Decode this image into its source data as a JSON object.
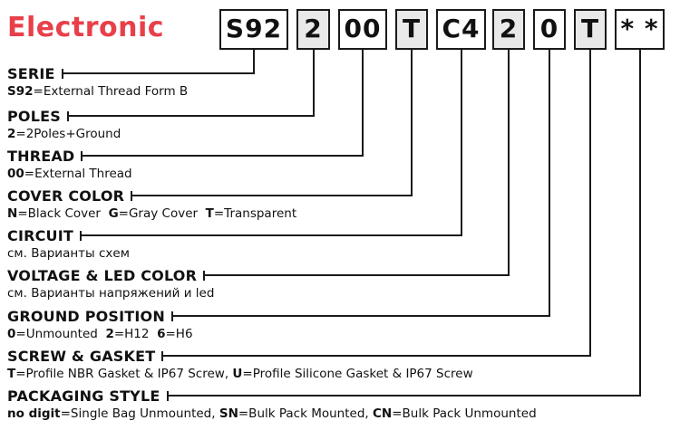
{
  "brand": {
    "title": "Electronic",
    "color": "#e8404a"
  },
  "diagram_colors": {
    "line": "#1a1a1a",
    "box_shaded_fill": "#e9e9e9",
    "box_fill": "#ffffff"
  },
  "part_code": {
    "boxes": [
      {
        "code": "S92",
        "shaded": false
      },
      {
        "code": "2",
        "shaded": true
      },
      {
        "code": "00",
        "shaded": false
      },
      {
        "code": "T",
        "shaded": true
      },
      {
        "code": "C4",
        "shaded": false
      },
      {
        "code": "2",
        "shaded": true
      },
      {
        "code": "0",
        "shaded": false
      },
      {
        "code": "T",
        "shaded": true
      },
      {
        "code": "* *",
        "shaded": false
      }
    ]
  },
  "sections": [
    {
      "label": "SERIE",
      "segments": [
        {
          "bold": true,
          "text": "S92"
        },
        {
          "bold": false,
          "text": "=External Thread Form B"
        }
      ]
    },
    {
      "label": "POLES",
      "segments": [
        {
          "bold": true,
          "text": "2"
        },
        {
          "bold": false,
          "text": "=2Poles+Ground"
        }
      ]
    },
    {
      "label": "THREAD",
      "segments": [
        {
          "bold": true,
          "text": "00"
        },
        {
          "bold": false,
          "text": "=External Thread"
        }
      ]
    },
    {
      "label": "COVER COLOR",
      "segments": [
        {
          "bold": true,
          "text": "N"
        },
        {
          "bold": false,
          "text": "=Black Cover  "
        },
        {
          "bold": true,
          "text": "G"
        },
        {
          "bold": false,
          "text": "=Gray Cover  "
        },
        {
          "bold": true,
          "text": "T"
        },
        {
          "bold": false,
          "text": "=Transparent"
        }
      ]
    },
    {
      "label": "CIRCUIT",
      "segments": [
        {
          "bold": false,
          "text": "см. Варианты схем"
        }
      ]
    },
    {
      "label": "VOLTAGE & LED COLOR",
      "segments": [
        {
          "bold": false,
          "text": "см. Варианты напряжений и led"
        }
      ]
    },
    {
      "label": "GROUND POSITION",
      "segments": [
        {
          "bold": true,
          "text": "0"
        },
        {
          "bold": false,
          "text": "=Unmounted  "
        },
        {
          "bold": true,
          "text": "2"
        },
        {
          "bold": false,
          "text": "=H12  "
        },
        {
          "bold": true,
          "text": "6"
        },
        {
          "bold": false,
          "text": "=H6"
        }
      ]
    },
    {
      "label": "SCREW & GASKET",
      "segments": [
        {
          "bold": true,
          "text": "T"
        },
        {
          "bold": false,
          "text": "=Profile NBR Gasket & IP67 Screw, "
        },
        {
          "bold": true,
          "text": "U"
        },
        {
          "bold": false,
          "text": "=Profile Silicone Gasket & IP67 Screw"
        }
      ]
    },
    {
      "label": "PACKAGING STYLE",
      "segments": [
        {
          "bold": true,
          "text": "no digit"
        },
        {
          "bold": false,
          "text": "=Single Bag Unmounted, "
        },
        {
          "bold": true,
          "text": "SN"
        },
        {
          "bold": false,
          "text": "=Bulk Pack Mounted, "
        },
        {
          "bold": true,
          "text": "CN"
        },
        {
          "bold": false,
          "text": "=Bulk Pack Unmounted"
        }
      ]
    }
  ]
}
